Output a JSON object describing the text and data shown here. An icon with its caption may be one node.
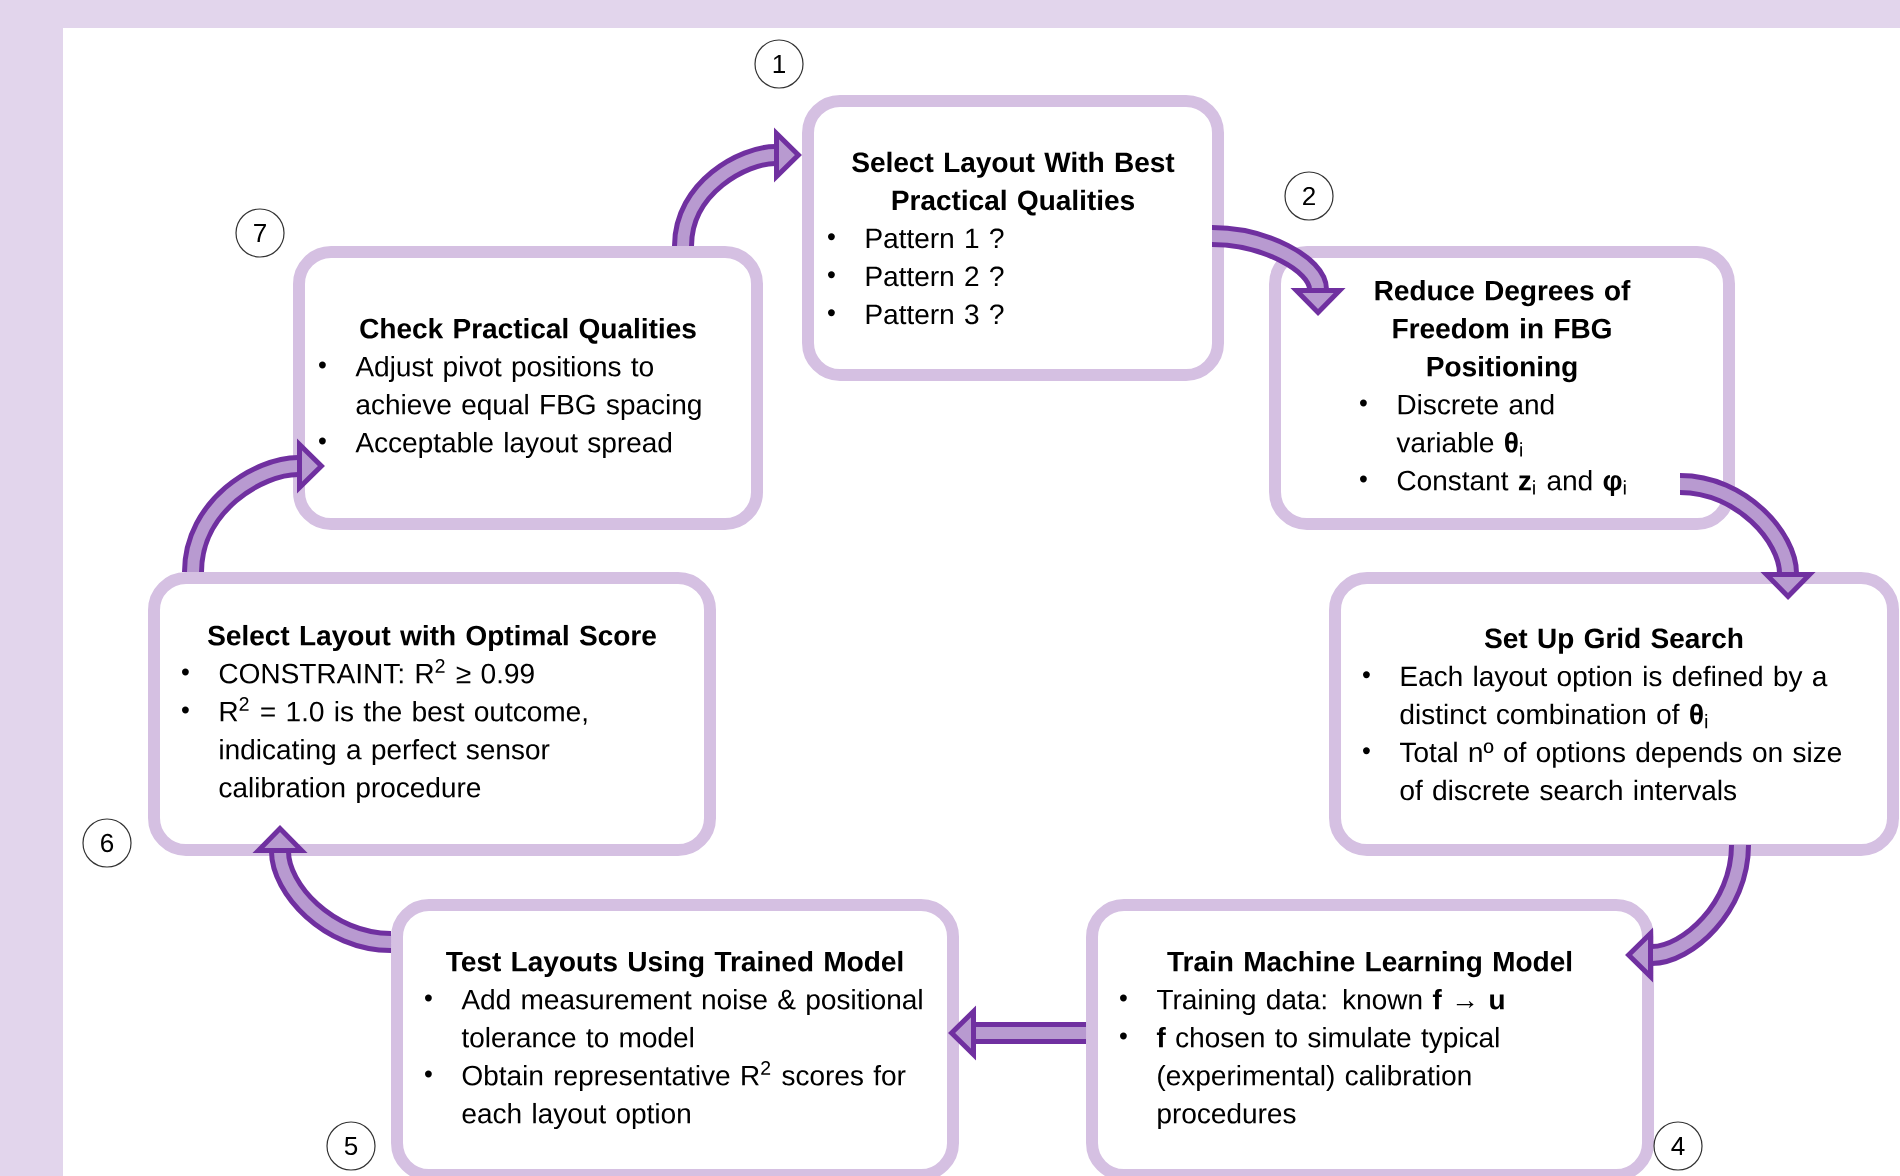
{
  "diagram": {
    "nodes": [
      {
        "text": [
          "Select Layout With Best Practical Qualities",
          "Pattern 1 ?",
          "Pattern 2 ?",
          "Pattern 3 ?"
        ]
      },
      {
        "text": [
          "Reduce Degrees of Freedom in FBG Positioning",
          "Discrete and variable **θ**$_{i}$",
          "Constant **z**$_{i}$ and **φ**$_{i}$"
        ]
      },
      {
        "text": [
          "Set Up Grid Search",
          "Each layout option is defined by a distinct combination of **θ**$_{i}$",
          "Total nº of options depends on size of discrete search intervals"
        ]
      },
      {
        "text": [
          "Train Machine Learning Model",
          "Training data: known **f** → **u**",
          "**f** chosen to simulate typical (experimental) calibration procedures"
        ]
      },
      {
        "text": [
          "Test Layouts Using Trained Model",
          "Add measurement noise & positional tolerance to model",
          "Obtain representative R$^{2}$ scores for each layout option"
        ]
      },
      {
        "text": [
          "Select Layout with Optimal Score",
          "CONSTRAINT: R$^{2}$ ≥ 0.99",
          "R$^{2}$ = 1.0 is the best outcome, indicating a perfect sensor calibration procedure"
        ]
      },
      {
        "text": [
          "Check Practical Qualities",
          "Adjust pivot positions to achieve equal FBG spacing",
          "Acceptable layout spread"
        ]
      }
    ],
    "edges": [
      {
        "from": 6,
        "to": 0,
        "arrow": "to"
      },
      {
        "from": 0,
        "to": 1,
        "arrow": "to"
      },
      {
        "from": 1,
        "to": 2,
        "arrow": "to"
      },
      {
        "from": 2,
        "to": 3,
        "arrow": "to"
      },
      {
        "from": 3,
        "to": 4,
        "arrow": "to"
      },
      {
        "from": 4,
        "to": 5,
        "arrow": "to"
      },
      {
        "from": 5,
        "to": 6,
        "arrow": "to"
      }
    ],
    "labels": [
      "1",
      "2",
      "7",
      "6",
      "5",
      "4"
    ]
  }
}
